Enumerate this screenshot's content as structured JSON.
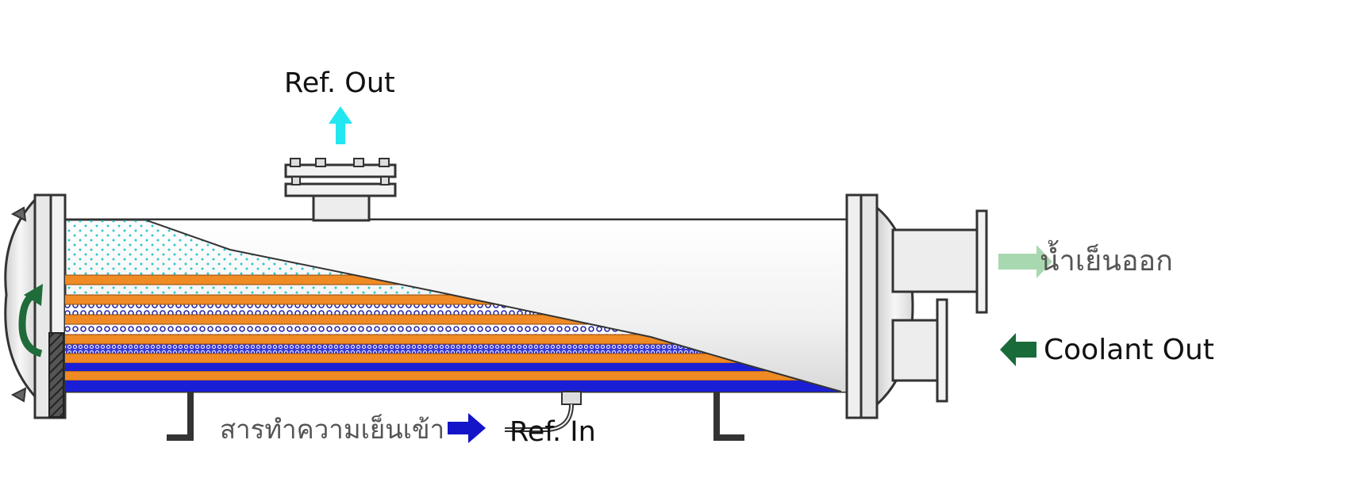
{
  "labels": {
    "ref_out": "Ref. Out",
    "water_out": "น้ำเย็นออก",
    "coolant_out": "Coolant Out",
    "ref_in_thai": "สารทำความเย็นเข้า",
    "ref_in": "Ref.  In"
  },
  "colors": {
    "shell": "#f4f4f4",
    "outline": "#333333",
    "tube_orange": "#f08a24",
    "tube_blue": "#1a1fd6",
    "vapor_dots": "#2ec9c9",
    "arrow_cyan": "#22e6f0",
    "arrow_light_green": "#a8d8b0",
    "arrow_dark_green": "#1a6b3a",
    "arrow_blue": "#1414c8",
    "return_arrow": "#1f6b3a"
  },
  "icons": {
    "ref_out_arrow": "arrow-up-icon",
    "water_out_arrow": "arrow-right-icon",
    "coolant_out_arrow": "arrow-left-icon",
    "ref_in_arrow": "arrow-right-icon",
    "return_arrow": "curved-arrow-icon"
  }
}
